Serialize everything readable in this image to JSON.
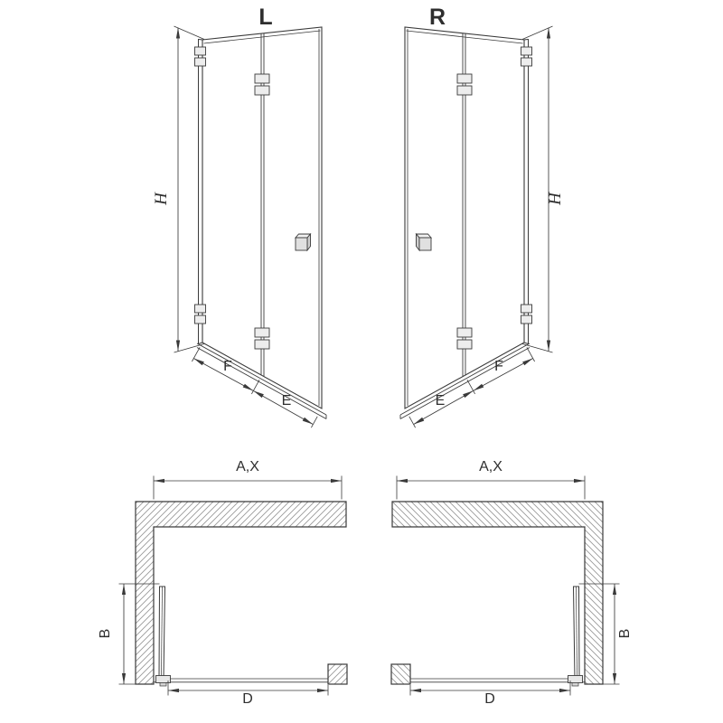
{
  "colors": {
    "background": "#ffffff",
    "line": "#3a3a3a",
    "hatch": "#9a9a9a",
    "hardware_fill": "#ededed"
  },
  "front_views": {
    "left": {
      "variant_label": "L",
      "height_label": "H",
      "fold_panel_label": "F",
      "edge_panel_label": "E"
    },
    "right": {
      "variant_label": "R",
      "height_label": "H",
      "fold_panel_label": "F",
      "edge_panel_label": "E"
    }
  },
  "plan_views": {
    "left": {
      "width_label": "A,X",
      "projection_label": "B",
      "opening_label": "D"
    },
    "right": {
      "width_label": "A,X",
      "projection_label": "B",
      "opening_label": "D"
    }
  }
}
